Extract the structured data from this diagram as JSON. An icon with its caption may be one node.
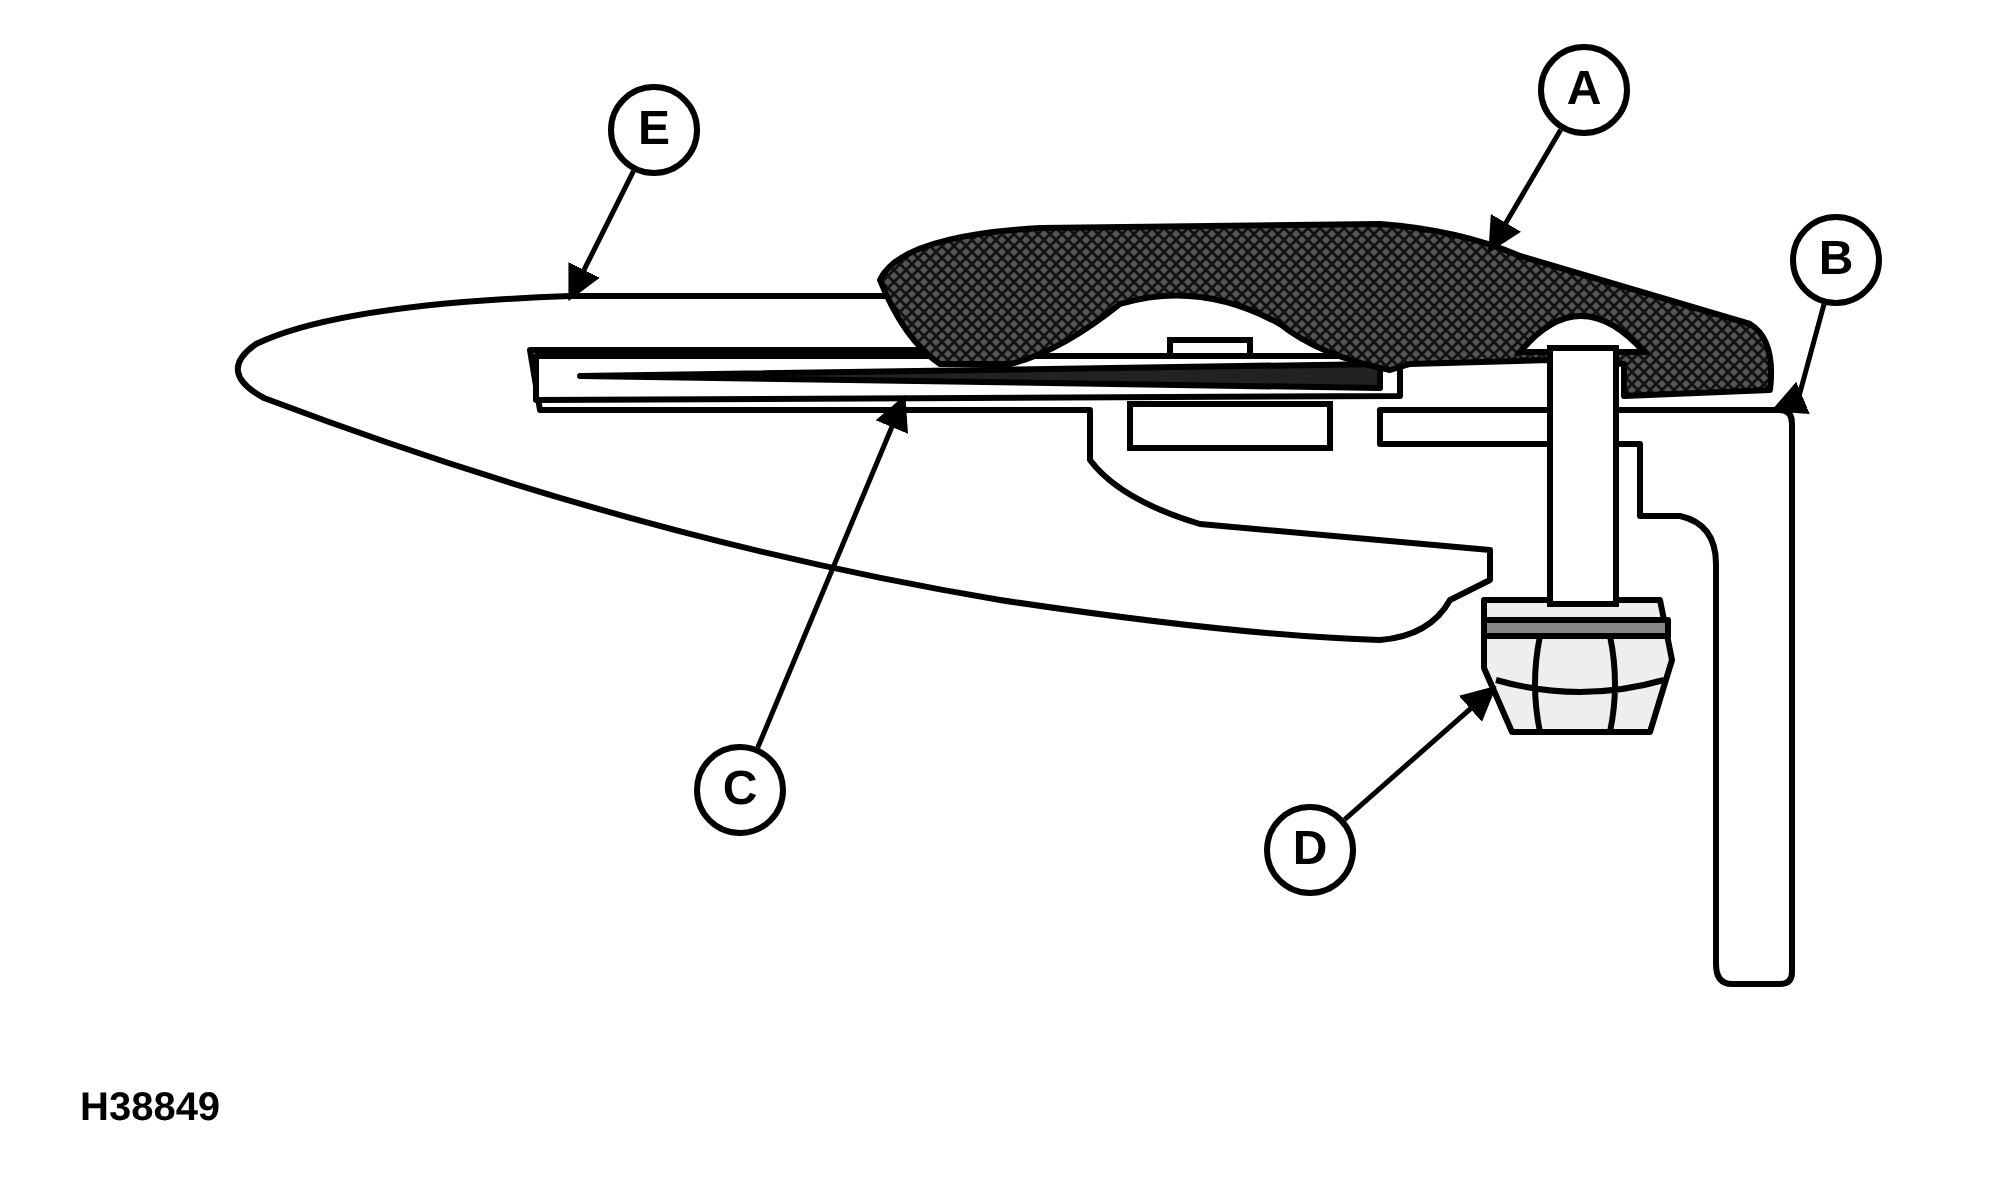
{
  "diagram": {
    "nodes": [
      {
        "text": [
          "A"
        ]
      },
      {
        "text": [
          "E"
        ]
      },
      {
        "text": [
          "B"
        ]
      },
      {
        "text": [
          "C"
        ]
      },
      {
        "text": [
          "D"
        ]
      },
      {
        "text": [],
        "shape": "picture"
      },
      {
        "text": [],
        "shape": "picture"
      },
      {
        "text": [],
        "shape": "picture"
      },
      {
        "text": [],
        "shape": "picture"
      },
      {
        "text": [],
        "shape": "picture"
      }
    ],
    "edges": [
      {
        "from": 0,
        "to": 5,
        "arrow": "to"
      },
      {
        "from": 1,
        "to": 6,
        "arrow": "to"
      },
      {
        "from": 2,
        "to": 7,
        "arrow": "to"
      },
      {
        "from": 3,
        "to": 8,
        "arrow": "to"
      },
      {
        "from": 4,
        "to": 9,
        "arrow": "to"
      }
    ],
    "labels": [
      "H38849"
    ]
  }
}
